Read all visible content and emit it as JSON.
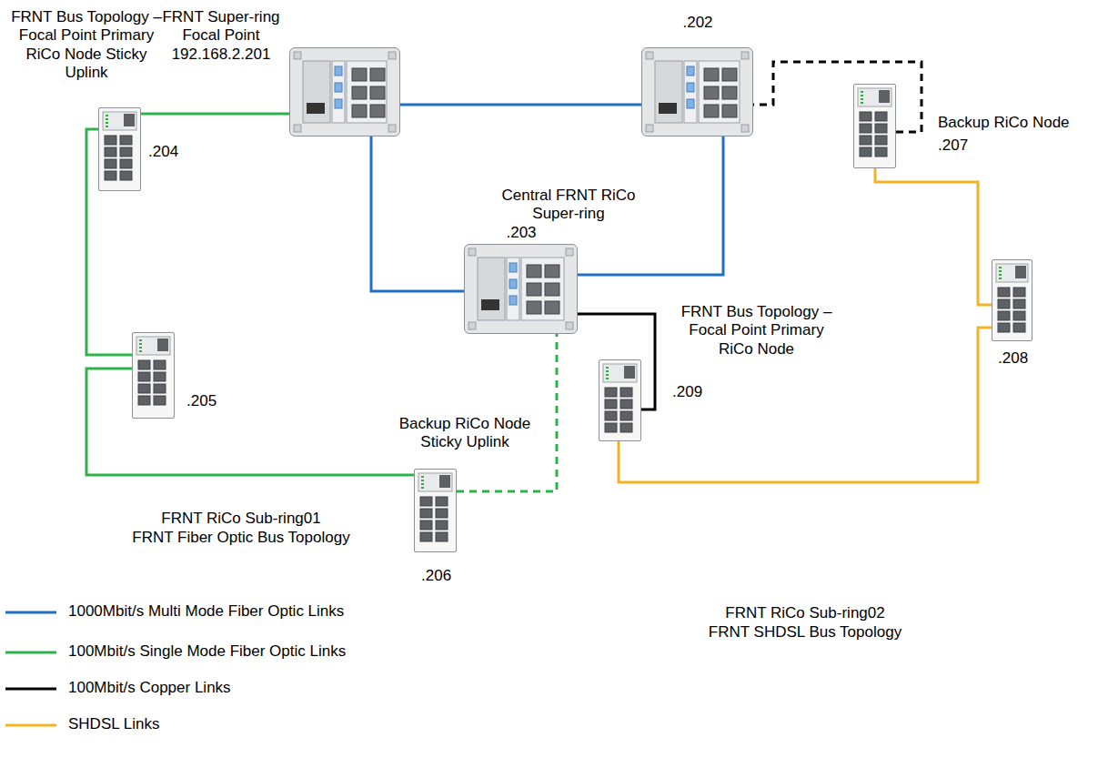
{
  "diagram": {
    "nodes": [
      {
        "text": [
          "FRNT Super-ring Focal Point 192.168.2.201"
        ]
      },
      {
        "text": [
          ".202"
        ]
      },
      {
        "text": [
          ".203"
        ]
      },
      {
        "text": [
          "FRNT Bus Topology – Focal Point Primary RiCo Node Sticky Uplink",
          ".204"
        ]
      },
      {
        "text": [
          ".205"
        ]
      },
      {
        "text": [
          "Backup RiCo Node Sticky Uplink",
          ".206"
        ]
      },
      {
        "text": [
          "Backup RiCo Node",
          ".207"
        ]
      },
      {
        "text": [
          ".208"
        ]
      },
      {
        "text": [
          "FRNT Bus Topology – Focal Point Primary RiCo Node",
          ".209"
        ]
      }
    ],
    "edges": [
      {
        "from": 0,
        "to": 1,
        "arrow": "none"
      },
      {
        "from": 0,
        "to": 2,
        "arrow": "none"
      },
      {
        "from": 1,
        "to": 2,
        "arrow": "none"
      },
      {
        "from": 3,
        "to": 0,
        "arrow": "none"
      },
      {
        "from": 3,
        "to": 4,
        "arrow": "none"
      },
      {
        "from": 4,
        "to": 5,
        "arrow": "none"
      },
      {
        "from": 5,
        "to": 2,
        "arrow": "none"
      },
      {
        "from": 2,
        "to": 8,
        "arrow": "none"
      },
      {
        "from": 8,
        "to": 7,
        "arrow": "none"
      },
      {
        "from": 7,
        "to": 6,
        "arrow": "none"
      },
      {
        "from": 6,
        "to": 1,
        "arrow": "none"
      }
    ],
    "labels": [
      "Central FRNT RiCo Super-ring",
      "FRNT RiCo Sub-ring01",
      "FRNT Fiber Optic Bus Topology",
      "FRNT RiCo Sub-ring02",
      "FRNT SHDSL Bus Topology"
    ],
    "legend": [
      {
        "text": "1000Mbit/s Multi Mode Fiber Optic Links"
      },
      {
        "text": "100Mbit/s Single Mode Fiber Optic Links"
      },
      {
        "text": "100Mbit/s Copper Links"
      },
      {
        "text": "SHDSL Links"
      }
    ]
  }
}
